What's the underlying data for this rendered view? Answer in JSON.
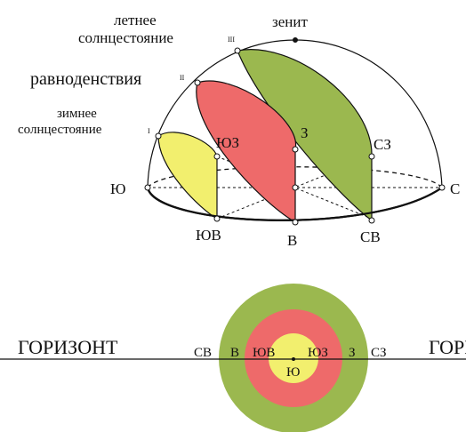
{
  "dome": {
    "zenith": "зенит",
    "summer_solstice_line1": "летнее",
    "summer_solstice_line2": "солнцестояние",
    "summer_roman": "III",
    "equinox": "равноденствия",
    "equinox_roman": "II",
    "winter_solstice_line1": "зимнее",
    "winter_solstice_line2": "солнцестояние",
    "winter_roman": "I",
    "south": "Ю",
    "north": "С",
    "east": "В",
    "west": "З",
    "southeast": "ЮВ",
    "southwest": "ЮЗ",
    "northeast": "СВ",
    "northwest": "СЗ"
  },
  "horizon": {
    "label_left": "ГОРИЗОНТ",
    "label_right": "ГОРИЗОНТ",
    "rings": [
      "СВ",
      "В",
      "ЮВ",
      "ЮЗ",
      "З",
      "СЗ"
    ],
    "center": "Ю"
  },
  "colors": {
    "summer": "#9bb84f",
    "equinox": "#ee6a6a",
    "winter": "#f2ef6e"
  }
}
